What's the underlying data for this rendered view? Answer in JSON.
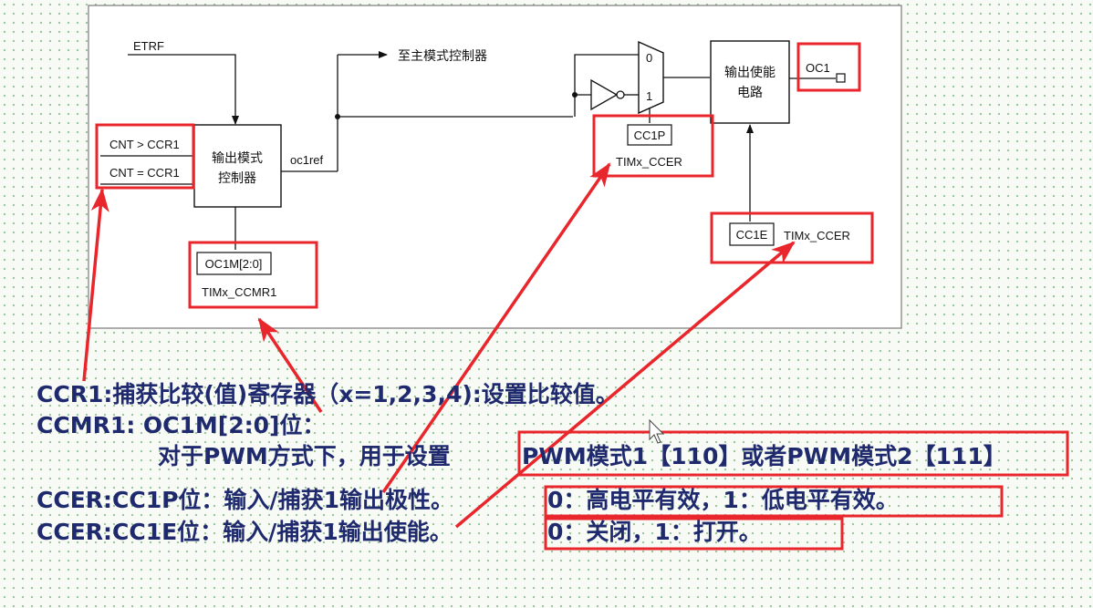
{
  "diagram": {
    "etrf": "ETRF",
    "to_master": "至主模式控制器",
    "cnt_gt": "CNT > CCR1",
    "cnt_eq": "CNT = CCR1",
    "output_mode_ctrl": [
      "输出模式",
      "控制器"
    ],
    "oc1ref": "oc1ref",
    "oc1m_box": "OC1M[2:0]",
    "ccmr_reg": "TIMx_CCMR1",
    "mux_0": "0",
    "mux_1": "1",
    "cc1p_box": "CC1P",
    "ccer_reg_p": "TIMx_CCER",
    "enable_circuit": [
      "输出使能",
      "电路"
    ],
    "oc1": "OC1",
    "cc1e_box": "CC1E",
    "ccer_reg_e": "TIMx_CCER"
  },
  "notes": {
    "line1": "CCR1:捕获比较(值)寄存器（x=1,2,3,4):设置比较值。",
    "line2": "CCMR1: OC1M[2:0]位：",
    "line3_prefix": "对于PWM方式下，用于设置",
    "line3_boxed": "PWM模式1【110】或者PWM模式2【111】",
    "line4_prefix": "CCER:CC1P位：输入/捕获1输出极性。",
    "line4_boxed": "0：高电平有效，1：低电平有效。",
    "line5_prefix": "CCER:CC1E位：输入/捕获1输出使能。",
    "line5_boxed": "0：关闭，1：打开。"
  },
  "colors": {
    "annotation": "#e8262b",
    "note_text": "#1f2a6e",
    "dot_grid": "#9fc59a"
  }
}
